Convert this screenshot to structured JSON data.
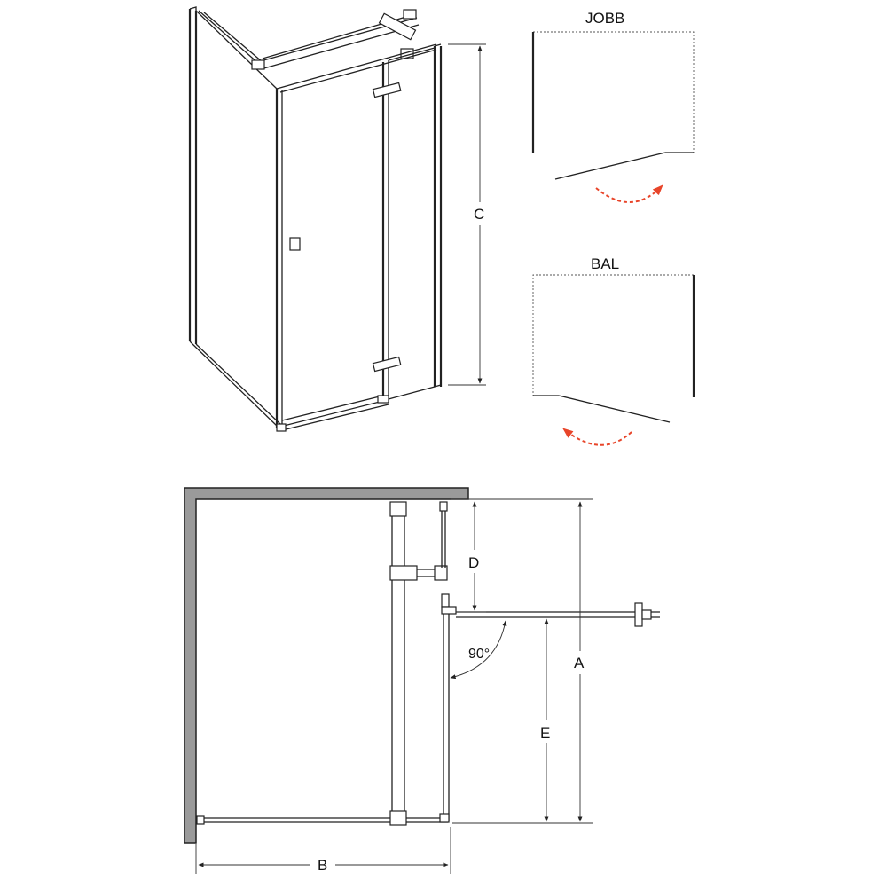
{
  "labels": {
    "jobb": "JOBB",
    "bal": "BAL",
    "dim_c": "C",
    "dim_d": "D",
    "dim_a": "A",
    "dim_e": "E",
    "dim_b": "B",
    "angle": "90°"
  },
  "colors": {
    "line": "#222222",
    "wall_fill": "#9a9a9a",
    "swing_arrow": "#e8452a",
    "background": "#ffffff"
  }
}
